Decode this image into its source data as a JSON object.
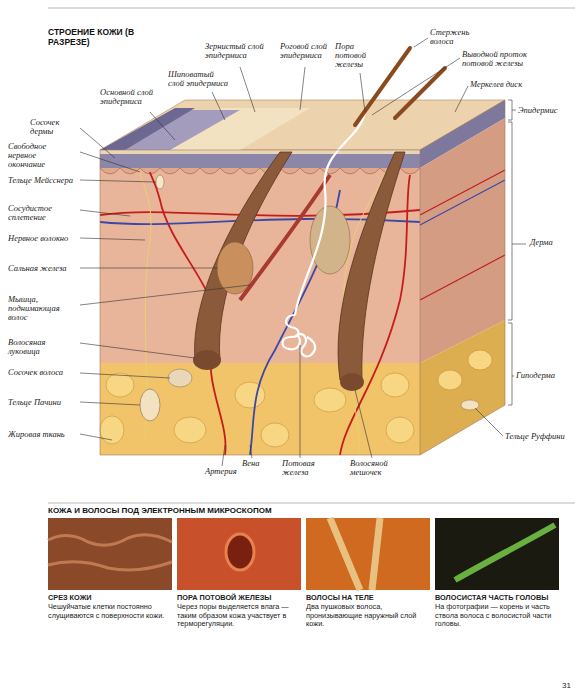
{
  "diagram": {
    "title": "СТРОЕНИЕ КОЖИ (В РАЗРЕЗЕ)",
    "nodes": [
      {
        "text": [
          "СРЕЗ КОЖИ",
          "Чешуйчатые клетки постоянно слущиваются с поверхности кожи."
        ]
      },
      {
        "text": [
          "ПОРА ПОТОВОЙ ЖЕЛЕЗЫ",
          "Через поры выделяется влага — таким образом кожа участвует в терморегуляции."
        ]
      },
      {
        "text": [
          "ВОЛОСЫ НА ТЕЛЕ",
          "Два пушковых волоса, пронизывающие наружный слой кожи."
        ]
      },
      {
        "text": [
          "ВОЛОСИСТАЯ ЧАСТЬ ГОЛОВЫ",
          "На фотографии — корень и часть ствола волоса с волосистой части головы."
        ]
      }
    ],
    "labels": [
      "Зернистый слой эпидермиса",
      "Роговой слой эпидермиса",
      "Шиповатый слой эпидермиса",
      "Основной слой эпидермиса",
      "Сосочек дермы",
      "Свободное нервное окончание",
      "Тельце Мейсснера",
      "Сосудистое сплетение",
      "Нервное волокно",
      "Сальная железа",
      "Мышца, поднимающая волос",
      "Волосяная луковица",
      "Сосочек волоса",
      "Тельце Пачини",
      "Жировая ткань",
      "Артерия",
      "Вена",
      "Потовая железа",
      "Волосяной мешочек",
      "Пора потовой железы",
      "Стержень волоса",
      "Выводной проток потовой железы",
      "Меркелев диск",
      "Эпидермис",
      "Дерма",
      "Гиподерма",
      "Тельце Руффини",
      "КОЖА И ВОЛОСЫ ПОД ЭЛЕКТРОННЫМ МИКРОСКОПОМ",
      "31"
    ]
  }
}
